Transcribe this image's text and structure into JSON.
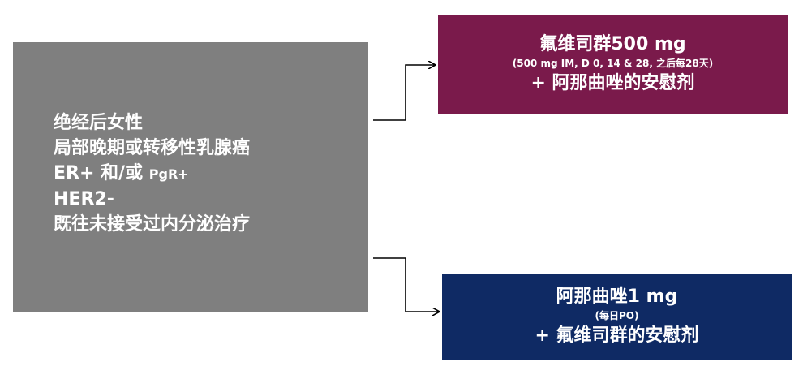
{
  "colors": {
    "criteria_box": "#7f7f7f",
    "arm_fulvestrant": "#7a1a4b",
    "arm_anastrozole": "#0f2a64",
    "arrow": "#000000",
    "text": "#ffffff"
  },
  "criteria": {
    "lines": [
      "绝经后女性",
      "局部晚期或转移性乳腺癌",
      "ER+ 和/或 ",
      "PgR+",
      "HER2-",
      "既往未接受过内分泌治疗"
    ]
  },
  "arms": [
    {
      "title": "氟维司群500 mg",
      "detail": "(500 mg IM, D 0, 14 & 28, 之后每28天)",
      "combo": "+ 阿那曲唑的安慰剂"
    },
    {
      "title": "阿那曲唑1 mg",
      "detail": "(每日PO)",
      "combo": "+ 氟维司群的安慰剂"
    }
  ]
}
